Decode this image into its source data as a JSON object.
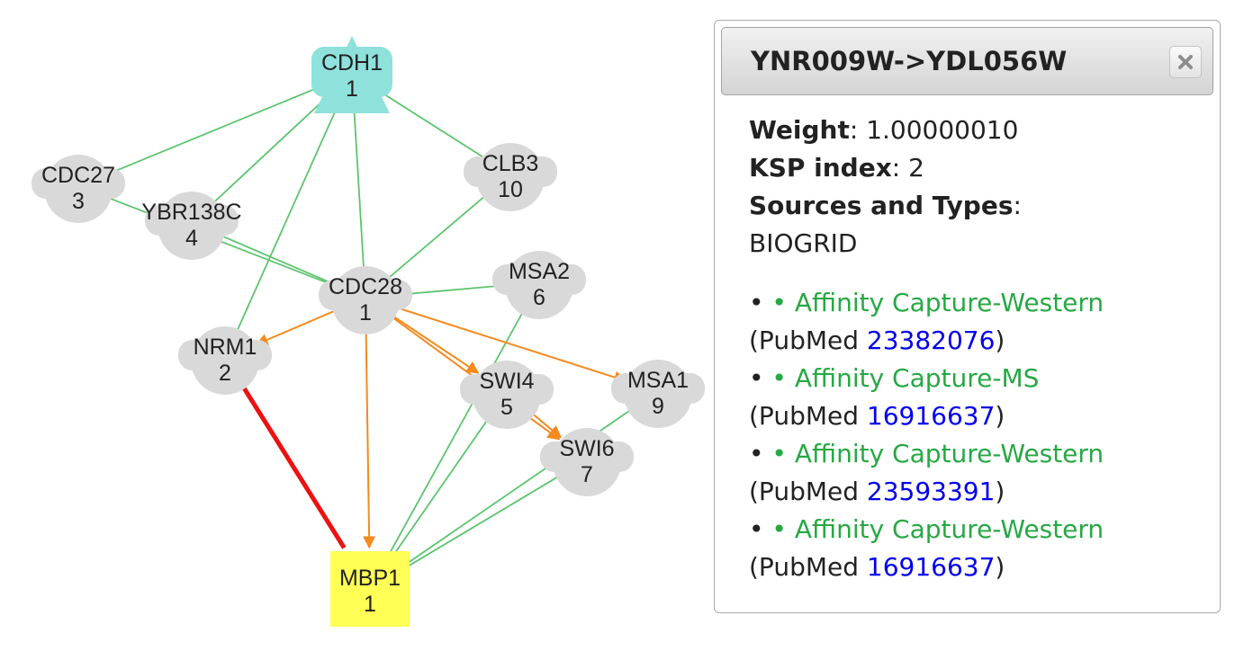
{
  "graph": {
    "nodes": [
      {
        "id": "cdh1",
        "label": "CDH1",
        "index": "1",
        "shape": "triangle",
        "color": "#8fe1dc"
      },
      {
        "id": "cdc27",
        "label": "CDC27",
        "index": "3",
        "shape": "circle",
        "color": "#d9d9d9"
      },
      {
        "id": "ybr138c",
        "label": "YBR138C",
        "index": "4",
        "shape": "circle",
        "color": "#d9d9d9"
      },
      {
        "id": "clb3",
        "label": "CLB3",
        "index": "10",
        "shape": "circle",
        "color": "#d9d9d9"
      },
      {
        "id": "cdc28",
        "label": "CDC28",
        "index": "1",
        "shape": "circle",
        "color": "#d9d9d9"
      },
      {
        "id": "msa2",
        "label": "MSA2",
        "index": "6",
        "shape": "circle",
        "color": "#d9d9d9"
      },
      {
        "id": "nrm1",
        "label": "NRM1",
        "index": "2",
        "shape": "circle",
        "color": "#d9d9d9"
      },
      {
        "id": "swi4",
        "label": "SWI4",
        "index": "5",
        "shape": "circle",
        "color": "#d9d9d9"
      },
      {
        "id": "msa1",
        "label": "MSA1",
        "index": "9",
        "shape": "circle",
        "color": "#d9d9d9"
      },
      {
        "id": "swi6",
        "label": "SWI6",
        "index": "7",
        "shape": "circle",
        "color": "#d9d9d9"
      },
      {
        "id": "mbp1",
        "label": "MBP1",
        "index": "1",
        "shape": "square",
        "color": "#ffff55"
      }
    ],
    "edges": [
      {
        "source": "cdh1",
        "target": "cdc27",
        "type": "undirected"
      },
      {
        "source": "cdh1",
        "target": "ybr138c",
        "type": "undirected"
      },
      {
        "source": "cdh1",
        "target": "clb3",
        "type": "undirected"
      },
      {
        "source": "cdh1",
        "target": "nrm1",
        "type": "undirected"
      },
      {
        "source": "cdh1",
        "target": "cdc28",
        "type": "undirected"
      },
      {
        "source": "cdc27",
        "target": "cdc28",
        "type": "undirected"
      },
      {
        "source": "ybr138c",
        "target": "cdc28",
        "type": "undirected"
      },
      {
        "source": "clb3",
        "target": "cdc28",
        "type": "undirected"
      },
      {
        "source": "cdc28",
        "target": "msa2",
        "type": "undirected"
      },
      {
        "source": "msa2",
        "target": "mbp1",
        "type": "undirected"
      },
      {
        "source": "swi4",
        "target": "mbp1",
        "type": "undirected"
      },
      {
        "source": "swi6",
        "target": "mbp1",
        "type": "undirected"
      },
      {
        "source": "msa1",
        "target": "mbp1",
        "type": "undirected"
      },
      {
        "source": "cdc28",
        "target": "nrm1",
        "type": "directed"
      },
      {
        "source": "cdc28",
        "target": "mbp1",
        "type": "directed"
      },
      {
        "source": "cdc28",
        "target": "swi4",
        "type": "directed"
      },
      {
        "source": "cdc28",
        "target": "msa1",
        "type": "directed"
      },
      {
        "source": "cdc28",
        "target": "swi6",
        "type": "directed"
      },
      {
        "source": "swi4",
        "target": "swi6",
        "type": "directed"
      },
      {
        "source": "nrm1",
        "target": "mbp1",
        "type": "highlighted"
      }
    ],
    "colors": {
      "undirected": "#5cc46e",
      "directed": "#f58a1f",
      "highlighted": "#ee1111"
    }
  },
  "panel": {
    "title": "YNR009W->YDL056W",
    "close_icon": "close-icon",
    "weight_label": "Weight",
    "weight_value": "1.00000010",
    "ksp_label": "KSP index",
    "ksp_value": "2",
    "sources_label": "Sources and Types",
    "source_db": "BIOGRID",
    "pubmed_prefix": "(PubMed ",
    "pubmed_suffix": ")",
    "sources": [
      {
        "type": "Affinity Capture-Western",
        "pubmed": "23382076"
      },
      {
        "type": "Affinity Capture-MS",
        "pubmed": "16916637"
      },
      {
        "type": "Affinity Capture-Western",
        "pubmed": "23593391"
      },
      {
        "type": "Affinity Capture-Western",
        "pubmed": "16916637"
      }
    ]
  }
}
